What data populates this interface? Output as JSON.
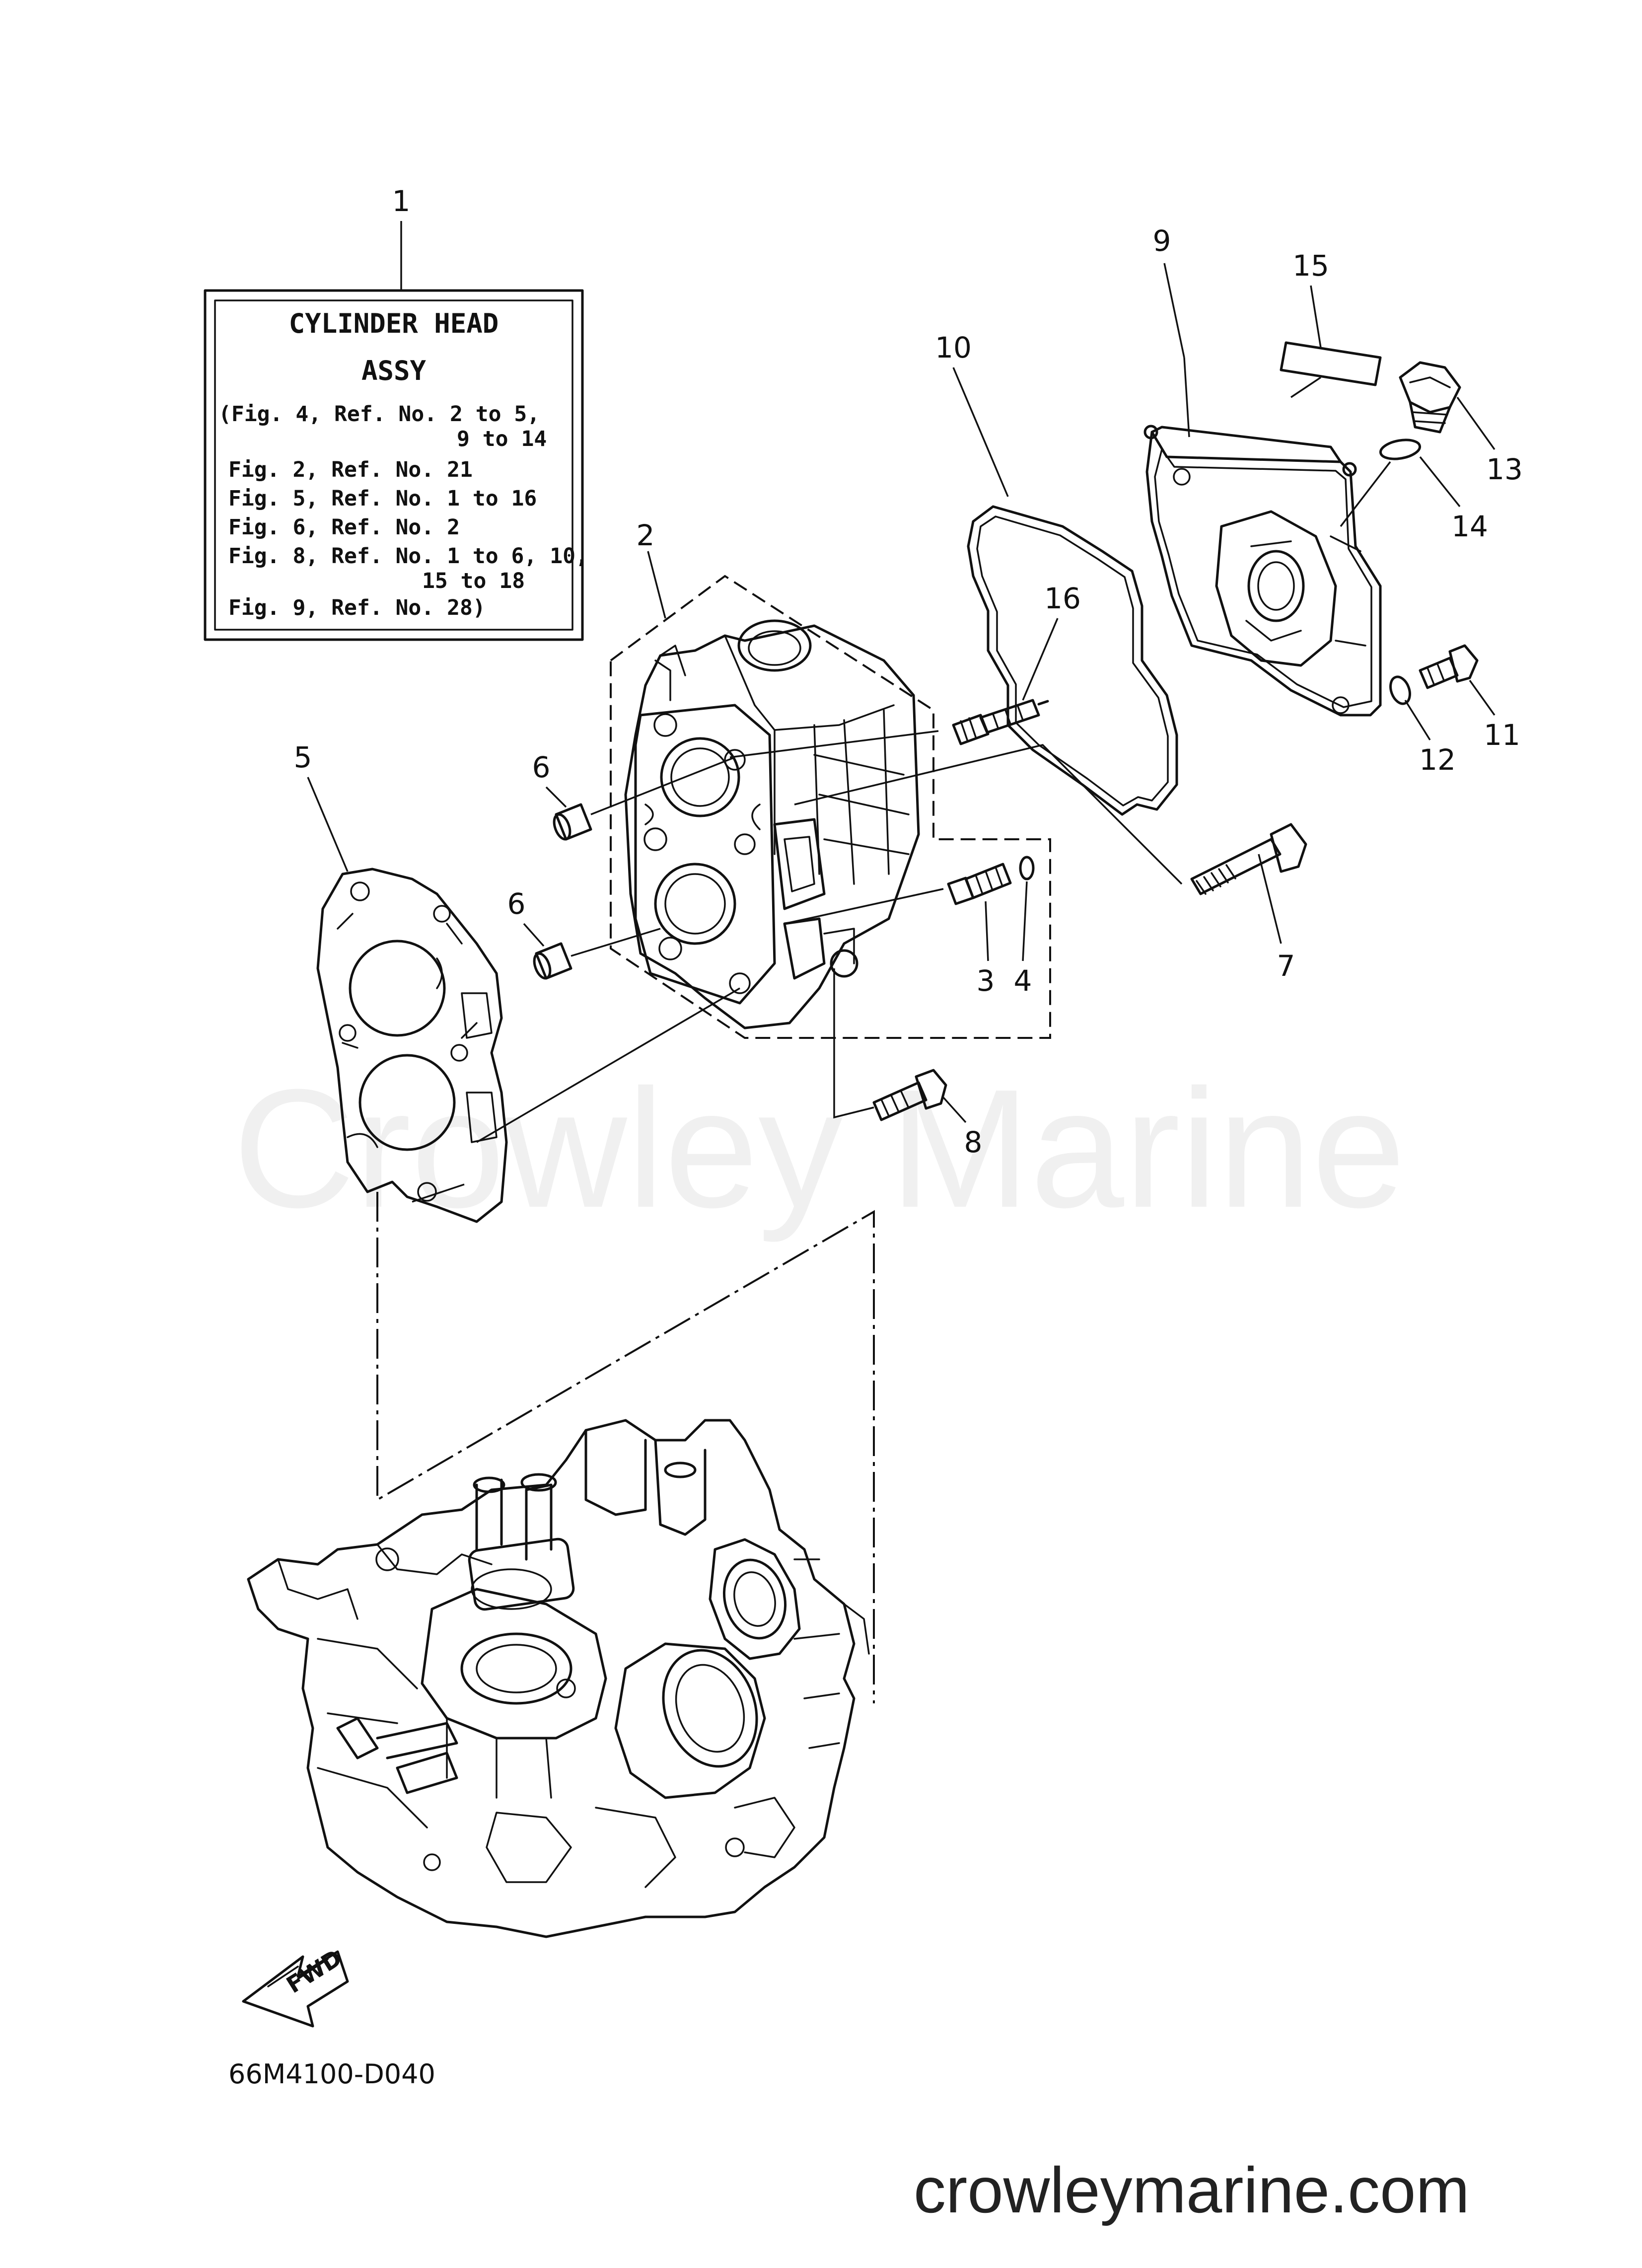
{
  "watermark": "Crowley Marine",
  "site_url": "crowleymarine.com",
  "diagram_code": "66M4100-D040",
  "fwd_label": "FWD",
  "assy_box": {
    "title_line1": "CYLINDER HEAD",
    "title_line2": "ASSY",
    "lines": [
      "(Fig. 4, Ref. No. 2 to 5,",
      "9 to 14",
      "Fig. 2, Ref. No. 21",
      "Fig. 5, Ref. No. 1 to 16",
      "Fig. 6, Ref. No. 2",
      "Fig. 8, Ref. No. 1 to 6, 10,",
      "15 to 18",
      "Fig. 9, Ref. No. 28)"
    ]
  },
  "callouts": {
    "c1": "1",
    "c2": "2",
    "c3": "3",
    "c4": "4",
    "c5": "5",
    "c6a": "6",
    "c6b": "6",
    "c7": "7",
    "c8": "8",
    "c9": "9",
    "c10": "10",
    "c11": "11",
    "c12": "12",
    "c13": "13",
    "c14": "14",
    "c15": "15",
    "c16": "16"
  }
}
